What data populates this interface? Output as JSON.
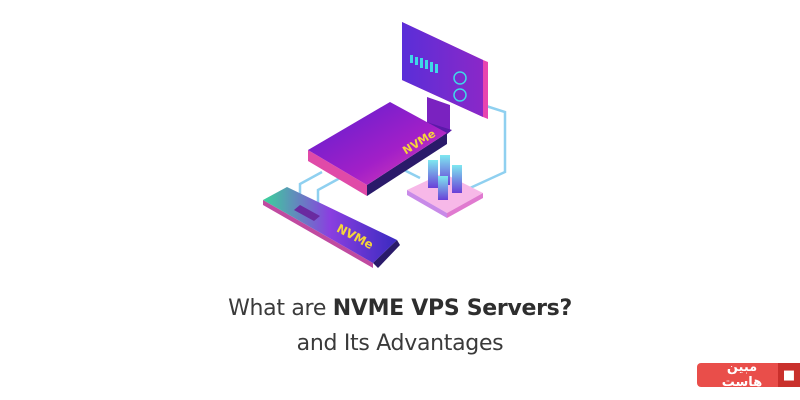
{
  "illustration": {
    "server_label": "NVMe",
    "card_label": "NVMe",
    "colors": {
      "purple": "#6a1bd6",
      "magenta": "#e03fb0",
      "cable": "#8fd0f0",
      "label": "#f5d53a"
    }
  },
  "heading": {
    "line1_prefix": "What are ",
    "line1_bold": "NVME VPS Servers?",
    "line2": "and Its Advantages"
  },
  "logo": {
    "text": "مبین هاست",
    "icon": "elephant-icon",
    "color": "#e94e4a"
  }
}
